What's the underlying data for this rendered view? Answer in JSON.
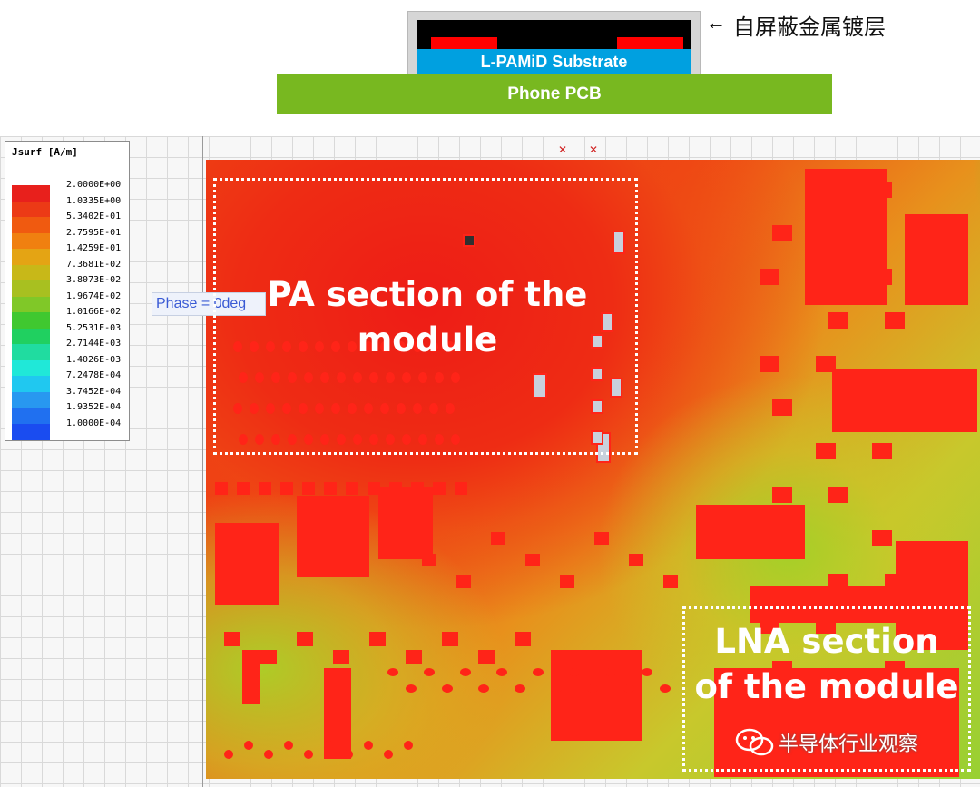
{
  "stackup": {
    "substrate_label": "L-PAMiD Substrate",
    "pcb_label": "Phone PCB",
    "shield_label": "自屏蔽金属镀层",
    "colors": {
      "substrate": "#00a0e0",
      "pcb": "#78b820",
      "die": "#ff0000",
      "shield": "#d6d6d6"
    }
  },
  "legend": {
    "title": "Jsurf [A/m]",
    "entries": [
      {
        "value": "2.0000E+00",
        "color": "#e8201c"
      },
      {
        "value": "1.0335E+00",
        "color": "#ec3a16"
      },
      {
        "value": "5.3402E-01",
        "color": "#f05a10"
      },
      {
        "value": "2.7595E-01",
        "color": "#f08010"
      },
      {
        "value": "1.4259E-01",
        "color": "#e4a414"
      },
      {
        "value": "7.3681E-02",
        "color": "#c8b818"
      },
      {
        "value": "3.8073E-02",
        "color": "#a8c020"
      },
      {
        "value": "1.9674E-02",
        "color": "#80c828"
      },
      {
        "value": "1.0166E-02",
        "color": "#40c830"
      },
      {
        "value": "5.2531E-03",
        "color": "#20d060"
      },
      {
        "value": "2.7144E-03",
        "color": "#20dca0"
      },
      {
        "value": "1.4026E-03",
        "color": "#20e8d8"
      },
      {
        "value": "7.2478E-04",
        "color": "#20c8f0"
      },
      {
        "value": "3.7452E-04",
        "color": "#2898f0"
      },
      {
        "value": "1.9352E-04",
        "color": "#2070f0"
      },
      {
        "value": "1.0000E-04",
        "color": "#1a4cf0"
      }
    ]
  },
  "phase_label": "Phase = 0deg",
  "regions": {
    "pa": "PA section of the module",
    "lna": "LNA section of the module"
  },
  "watermark": "半导体行业观察"
}
